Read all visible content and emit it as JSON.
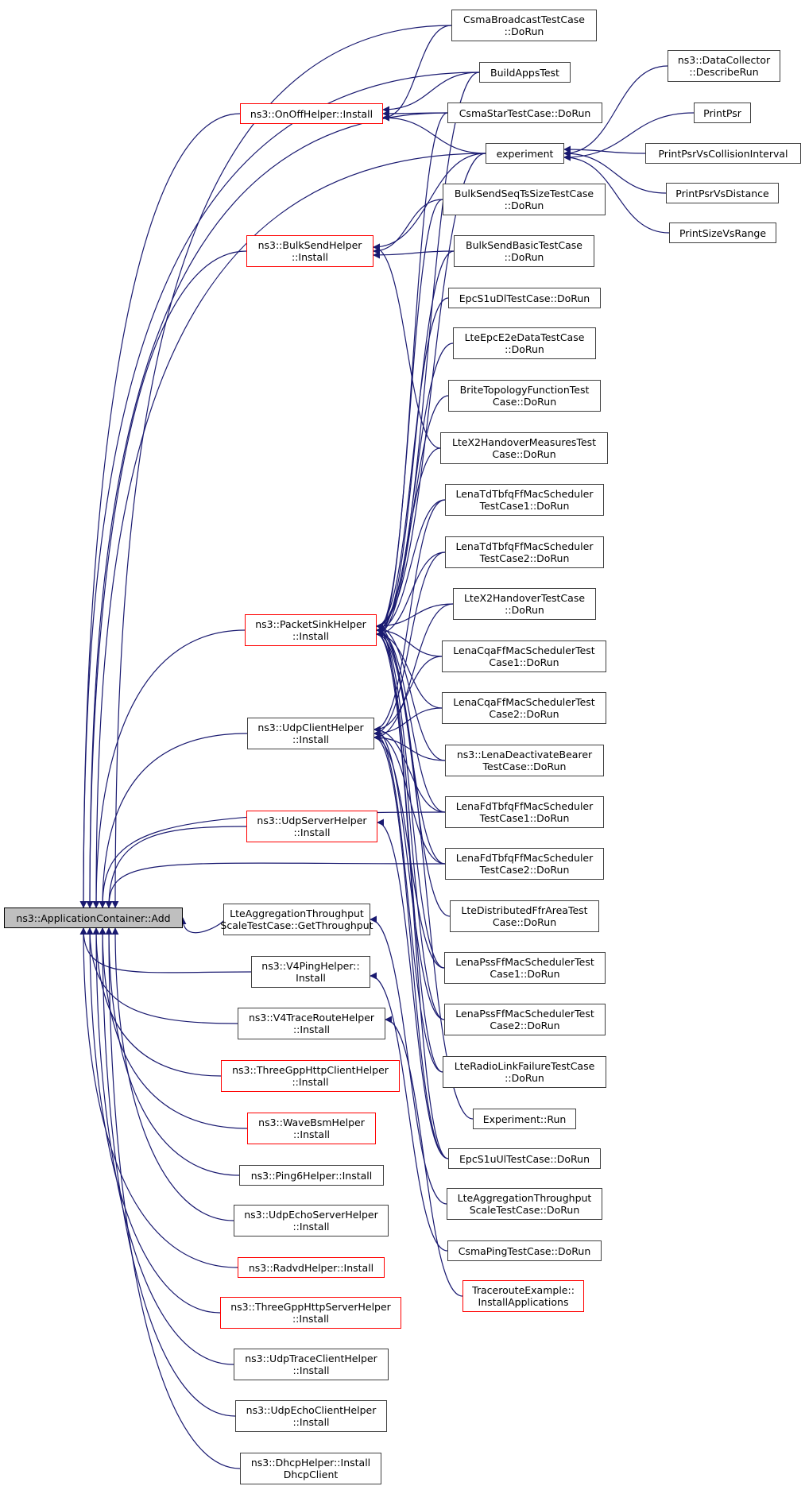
{
  "title": "ns3::ApplicationContainer::Add caller graph",
  "colors": {
    "edge": "#191970",
    "node_border": "#404040",
    "undocumented_border": "#ff0000",
    "root_fill": "#bfbfbf"
  },
  "nodes": [
    {
      "id": "root",
      "label": "ns3::ApplicationContainer::Add",
      "kind": "root"
    },
    {
      "id": "onoff",
      "label": "ns3::OnOffHelper::Install",
      "kind": "red"
    },
    {
      "id": "bulksend",
      "label": "ns3::BulkSendHelper\n::Install",
      "kind": "red"
    },
    {
      "id": "packetsink",
      "label": "ns3::PacketSinkHelper\n::Install",
      "kind": "red"
    },
    {
      "id": "udpclient",
      "label": "ns3::UdpClientHelper\n::Install",
      "kind": "normal"
    },
    {
      "id": "udpserver",
      "label": "ns3::UdpServerHelper\n::Install",
      "kind": "red"
    },
    {
      "id": "lteaggget",
      "label": "LteAggregationThroughput\nScaleTestCase::GetThroughput",
      "kind": "normal"
    },
    {
      "id": "v4ping",
      "label": "ns3::V4PingHelper::\nInstall",
      "kind": "normal"
    },
    {
      "id": "v4trace",
      "label": "ns3::V4TraceRouteHelper\n::Install",
      "kind": "normal"
    },
    {
      "id": "httpclient",
      "label": "ns3::ThreeGppHttpClientHelper\n::Install",
      "kind": "red"
    },
    {
      "id": "wavebsm",
      "label": "ns3::WaveBsmHelper\n::Install",
      "kind": "red"
    },
    {
      "id": "ping6",
      "label": "ns3::Ping6Helper::Install",
      "kind": "normal"
    },
    {
      "id": "udpechoserver",
      "label": "ns3::UdpEchoServerHelper\n::Install",
      "kind": "normal"
    },
    {
      "id": "radvd",
      "label": "ns3::RadvdHelper::Install",
      "kind": "red"
    },
    {
      "id": "httpserver",
      "label": "ns3::ThreeGppHttpServerHelper\n::Install",
      "kind": "red"
    },
    {
      "id": "udptrace",
      "label": "ns3::UdpTraceClientHelper\n::Install",
      "kind": "normal"
    },
    {
      "id": "udpechoclient",
      "label": "ns3::UdpEchoClientHelper\n::Install",
      "kind": "normal"
    },
    {
      "id": "dhcp",
      "label": "ns3::DhcpHelper::Install\nDhcpClient",
      "kind": "normal"
    },
    {
      "id": "csmabroadcast",
      "label": "CsmaBroadcastTestCase\n::DoRun",
      "kind": "normal"
    },
    {
      "id": "buildapps",
      "label": "BuildAppsTest",
      "kind": "normal"
    },
    {
      "id": "csmastar",
      "label": "CsmaStarTestCase::DoRun",
      "kind": "normal"
    },
    {
      "id": "experiment",
      "label": "experiment",
      "kind": "normal"
    },
    {
      "id": "bulkseq",
      "label": "BulkSendSeqTsSizeTestCase\n::DoRun",
      "kind": "normal"
    },
    {
      "id": "bulkbasic",
      "label": "BulkSendBasicTestCase\n::DoRun",
      "kind": "normal"
    },
    {
      "id": "epcdl",
      "label": "EpcS1uDlTestCase::DoRun",
      "kind": "normal"
    },
    {
      "id": "lteepce2e",
      "label": "LteEpcE2eDataTestCase\n::DoRun",
      "kind": "normal"
    },
    {
      "id": "brite",
      "label": "BriteTopologyFunctionTest\nCase::DoRun",
      "kind": "normal"
    },
    {
      "id": "x2meas",
      "label": "LteX2HandoverMeasuresTest\nCase::DoRun",
      "kind": "normal"
    },
    {
      "id": "tdtbfq1",
      "label": "LenaTdTbfqFfMacScheduler\nTestCase1::DoRun",
      "kind": "normal"
    },
    {
      "id": "tdtbfq2",
      "label": "LenaTdTbfqFfMacScheduler\nTestCase2::DoRun",
      "kind": "normal"
    },
    {
      "id": "x2ho",
      "label": "LteX2HandoverTestCase\n::DoRun",
      "kind": "normal"
    },
    {
      "id": "cqa1",
      "label": "LenaCqaFfMacSchedulerTest\nCase1::DoRun",
      "kind": "normal"
    },
    {
      "id": "cqa2",
      "label": "LenaCqaFfMacSchedulerTest\nCase2::DoRun",
      "kind": "normal"
    },
    {
      "id": "deact",
      "label": "ns3::LenaDeactivateBearer\nTestCase::DoRun",
      "kind": "normal"
    },
    {
      "id": "fdtbfq1",
      "label": "LenaFdTbfqFfMacScheduler\nTestCase1::DoRun",
      "kind": "normal"
    },
    {
      "id": "fdtbfq2",
      "label": "LenaFdTbfqFfMacScheduler\nTestCase2::DoRun",
      "kind": "normal"
    },
    {
      "id": "ffrarea",
      "label": "LteDistributedFfrAreaTest\nCase::DoRun",
      "kind": "normal"
    },
    {
      "id": "pss1",
      "label": "LenaPssFfMacSchedulerTest\nCase1::DoRun",
      "kind": "normal"
    },
    {
      "id": "pss2",
      "label": "LenaPssFfMacSchedulerTest\nCase2::DoRun",
      "kind": "normal"
    },
    {
      "id": "rlf",
      "label": "LteRadioLinkFailureTestCase\n::DoRun",
      "kind": "normal"
    },
    {
      "id": "exprun",
      "label": "Experiment::Run",
      "kind": "normal"
    },
    {
      "id": "epcul",
      "label": "EpcS1uUlTestCase::DoRun",
      "kind": "normal"
    },
    {
      "id": "lteaggrun",
      "label": "LteAggregationThroughput\nScaleTestCase::DoRun",
      "kind": "normal"
    },
    {
      "id": "csmaping",
      "label": "CsmaPingTestCase::DoRun",
      "kind": "normal"
    },
    {
      "id": "traceroute",
      "label": "TracerouteExample::\nInstallApplications",
      "kind": "red"
    },
    {
      "id": "datacollector",
      "label": "ns3::DataCollector\n::DescribeRun",
      "kind": "normal"
    },
    {
      "id": "printpsr",
      "label": "PrintPsr",
      "kind": "normal"
    },
    {
      "id": "printcoll",
      "label": "PrintPsrVsCollisionInterval",
      "kind": "normal"
    },
    {
      "id": "printdist",
      "label": "PrintPsrVsDistance",
      "kind": "normal"
    },
    {
      "id": "printsize",
      "label": "PrintSizeVsRange",
      "kind": "normal"
    }
  ],
  "edges": [
    [
      "onoff",
      "root"
    ],
    [
      "bulksend",
      "root"
    ],
    [
      "packetsink",
      "root"
    ],
    [
      "udpclient",
      "root"
    ],
    [
      "udpserver",
      "root"
    ],
    [
      "lteaggget",
      "root"
    ],
    [
      "v4ping",
      "root"
    ],
    [
      "v4trace",
      "root"
    ],
    [
      "httpclient",
      "root"
    ],
    [
      "wavebsm",
      "root"
    ],
    [
      "ping6",
      "root"
    ],
    [
      "udpechoserver",
      "root"
    ],
    [
      "radvd",
      "root"
    ],
    [
      "httpserver",
      "root"
    ],
    [
      "udptrace",
      "root"
    ],
    [
      "udpechoclient",
      "root"
    ],
    [
      "dhcp",
      "root"
    ],
    [
      "csmabroadcast",
      "root"
    ],
    [
      "buildapps",
      "root"
    ],
    [
      "csmastar",
      "root"
    ],
    [
      "experiment",
      "root"
    ],
    [
      "fdtbfq1",
      "root"
    ],
    [
      "fdtbfq2",
      "root"
    ],
    [
      "csmabroadcast",
      "onoff"
    ],
    [
      "buildapps",
      "onoff"
    ],
    [
      "csmastar",
      "onoff"
    ],
    [
      "experiment",
      "onoff"
    ],
    [
      "experiment",
      "bulksend"
    ],
    [
      "bulkseq",
      "bulksend"
    ],
    [
      "bulkbasic",
      "bulksend"
    ],
    [
      "x2meas",
      "bulksend"
    ],
    [
      "buildapps",
      "packetsink"
    ],
    [
      "csmastar",
      "packetsink"
    ],
    [
      "experiment",
      "packetsink"
    ],
    [
      "bulkseq",
      "packetsink"
    ],
    [
      "bulkbasic",
      "packetsink"
    ],
    [
      "epcdl",
      "packetsink"
    ],
    [
      "lteepce2e",
      "packetsink"
    ],
    [
      "brite",
      "packetsink"
    ],
    [
      "x2meas",
      "packetsink"
    ],
    [
      "tdtbfq1",
      "packetsink"
    ],
    [
      "tdtbfq2",
      "packetsink"
    ],
    [
      "x2ho",
      "packetsink"
    ],
    [
      "cqa1",
      "packetsink"
    ],
    [
      "cqa2",
      "packetsink"
    ],
    [
      "deact",
      "packetsink"
    ],
    [
      "fdtbfq1",
      "packetsink"
    ],
    [
      "fdtbfq2",
      "packetsink"
    ],
    [
      "ffrarea",
      "packetsink"
    ],
    [
      "pss1",
      "packetsink"
    ],
    [
      "pss2",
      "packetsink"
    ],
    [
      "rlf",
      "packetsink"
    ],
    [
      "exprun",
      "packetsink"
    ],
    [
      "epcul",
      "packetsink"
    ],
    [
      "tdtbfq1",
      "udpclient"
    ],
    [
      "tdtbfq2",
      "udpclient"
    ],
    [
      "x2ho",
      "udpclient"
    ],
    [
      "cqa1",
      "udpclient"
    ],
    [
      "cqa2",
      "udpclient"
    ],
    [
      "deact",
      "udpclient"
    ],
    [
      "fdtbfq1",
      "udpclient"
    ],
    [
      "fdtbfq2",
      "udpclient"
    ],
    [
      "pss1",
      "udpclient"
    ],
    [
      "pss2",
      "udpclient"
    ],
    [
      "rlf",
      "udpclient"
    ],
    [
      "epcul",
      "udpclient"
    ],
    [
      "epcul",
      "udpserver"
    ],
    [
      "lteaggrun",
      "lteaggget"
    ],
    [
      "csmaping",
      "v4ping"
    ],
    [
      "traceroute",
      "v4trace"
    ],
    [
      "datacollector",
      "experiment"
    ],
    [
      "printpsr",
      "experiment"
    ],
    [
      "printcoll",
      "experiment"
    ],
    [
      "printdist",
      "experiment"
    ],
    [
      "printsize",
      "experiment"
    ]
  ]
}
